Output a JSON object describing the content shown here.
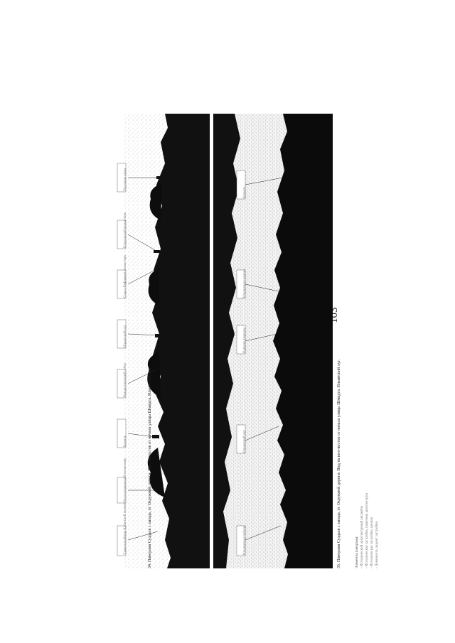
{
  "page": {
    "number": "103"
  },
  "figures": [
    {
      "caption": "34. Панорама Суздаля с запада, от Окружной дороги. Вид на восток от начала улицы Шмидта. Ильинский луг."
    },
    {
      "caption": "35. Панорама Суздаля с запада, от Окружной дороги. Вид на юго-восток от начала улицы Шмидта. Ильинский луг."
    }
  ],
  "labels": {
    "plate34": [
      "Храм-кладбище Казанской церкви",
      "Ризоположенский монастырь",
      "Кремль",
      "Рождественский собор",
      "Ильинский луг",
      "Спасо-Евфимиев монастырь",
      "Покровский монастырь",
      "Торговые ряды"
    ],
    "plate35": [
      "Ильинская слобода",
      "Ильинский луг",
      "Церковь Николы",
      "Ильинская церковь",
      "Кремль"
    ]
  },
  "legend": {
    "title": "Элементы панорамы:",
    "items": [
      "- Исторический архитектурный ансамбль",
      "- Историческая застройка, памятник архитектуры",
      "- Историческая застройка, ценная",
      "- Доминанта, акцент застройки"
    ]
  },
  "colors": {
    "ink": "#1a1a1a",
    "paper": "#ffffff"
  }
}
